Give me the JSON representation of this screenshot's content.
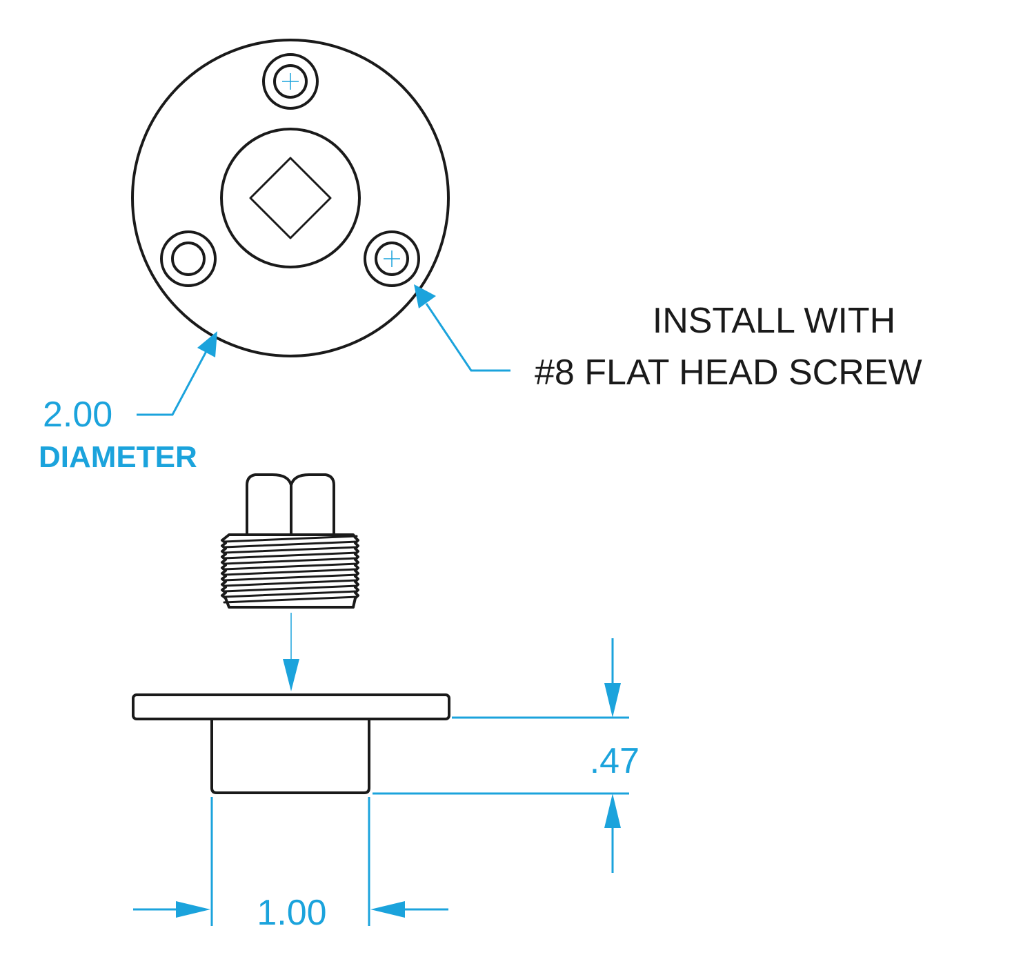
{
  "install_note": {
    "line1": "INSTALL WITH",
    "line2": "#8 FLAT HEAD SCREW"
  },
  "dimensions": {
    "diameter_value": "2.00",
    "diameter_label": "DIAMETER",
    "height_value": ".47",
    "width_value": "1.00"
  },
  "colors": {
    "dimension": "#1ba3dc",
    "line": "#1a1a1a"
  }
}
